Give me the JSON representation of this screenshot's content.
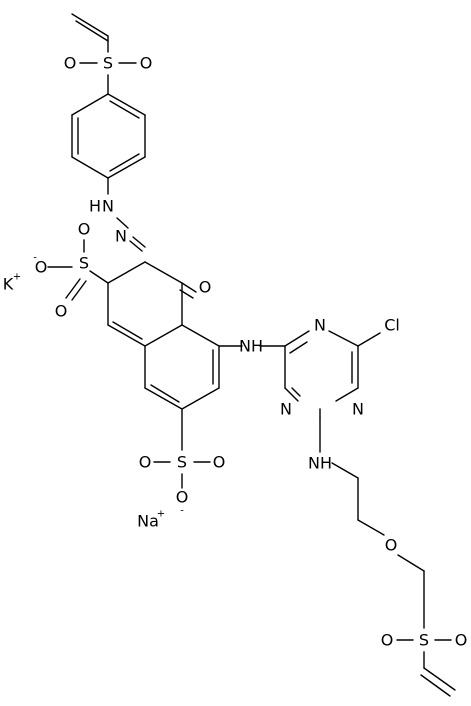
{
  "structure": {
    "atoms": {
      "O": "O",
      "S": "S",
      "N": "N",
      "H": "H",
      "Cl": "Cl",
      "NH": "NH",
      "minus": "-",
      "plus": "+"
    },
    "ions": [
      {
        "element": "K",
        "charge": "+"
      },
      {
        "element": "Na",
        "charge": "+"
      }
    ]
  },
  "colors": {
    "bond": "#000000",
    "label": "#000000",
    "background": "#ffffff"
  }
}
